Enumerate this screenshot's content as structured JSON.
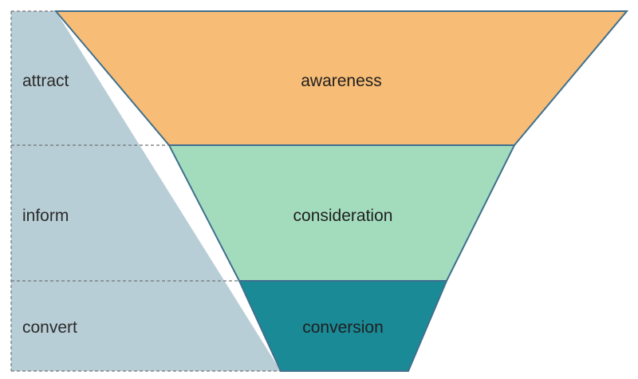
{
  "colors": {
    "sidebar_fill": "#b8ced6",
    "awareness_fill": "#f7bc76",
    "consideration_fill": "#a3dcbc",
    "conversion_fill": "#1a8a97",
    "outline": "#3f6f8e"
  },
  "side_stages": [
    {
      "label": "attract"
    },
    {
      "label": "inform"
    },
    {
      "label": "convert"
    }
  ],
  "funnel_stages": [
    {
      "label": "awareness"
    },
    {
      "label": "consideration"
    },
    {
      "label": "conversion"
    }
  ]
}
